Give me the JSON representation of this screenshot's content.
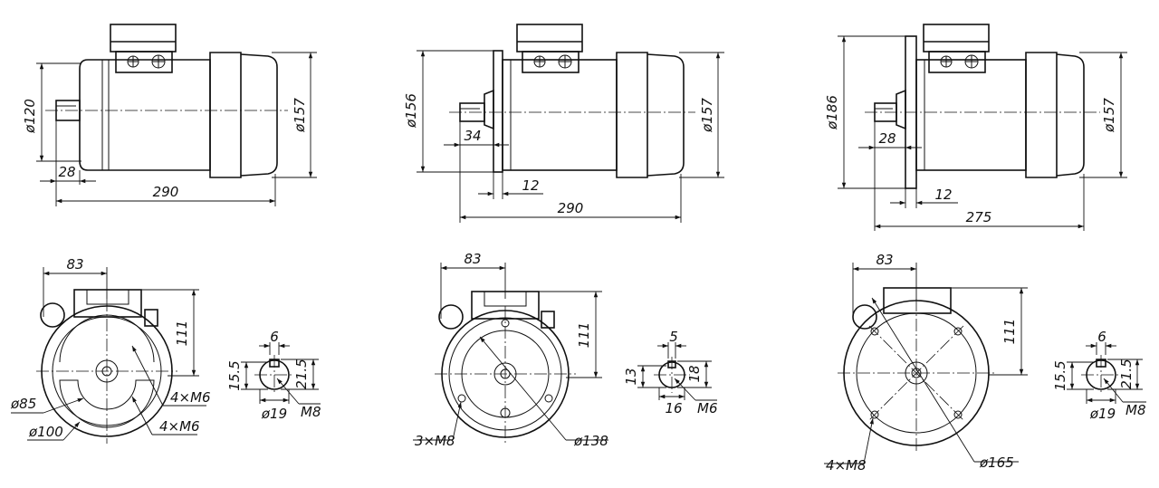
{
  "variant1": {
    "side": {
      "dia_shaft": "ø120",
      "dia_body": "ø157",
      "len_shaft": "28",
      "len_total": "290"
    },
    "front": {
      "width": "83",
      "height": "111",
      "bolt1": "4×M6",
      "bolt2": "4×M6",
      "dia1": "ø85",
      "dia2": "ø100"
    },
    "shaft": {
      "key": "6",
      "h1": "15.5",
      "h2": "21.5",
      "dia": "ø19",
      "thread": "M8"
    }
  },
  "variant2": {
    "side": {
      "dia_flange": "ø156",
      "dia_body": "ø157",
      "len_shaft": "34",
      "len_flange": "12",
      "len_total": "290"
    },
    "front": {
      "width": "83",
      "height": "111",
      "bolt": "3×M8",
      "dia": "ø138"
    },
    "shaft": {
      "key": "5",
      "h1": "13",
      "h2": "18",
      "dia": "16",
      "thread": "M6"
    }
  },
  "variant3": {
    "side": {
      "dia_flange": "ø186",
      "dia_body": "ø157",
      "len_shaft": "28",
      "len_flange": "12",
      "len_total": "275"
    },
    "front": {
      "width": "83",
      "height": "111",
      "bolt": "4×M8",
      "dia": "ø165"
    },
    "shaft": {
      "key": "6",
      "h1": "15.5",
      "h2": "21.5",
      "dia": "ø19",
      "thread": "M8"
    }
  }
}
